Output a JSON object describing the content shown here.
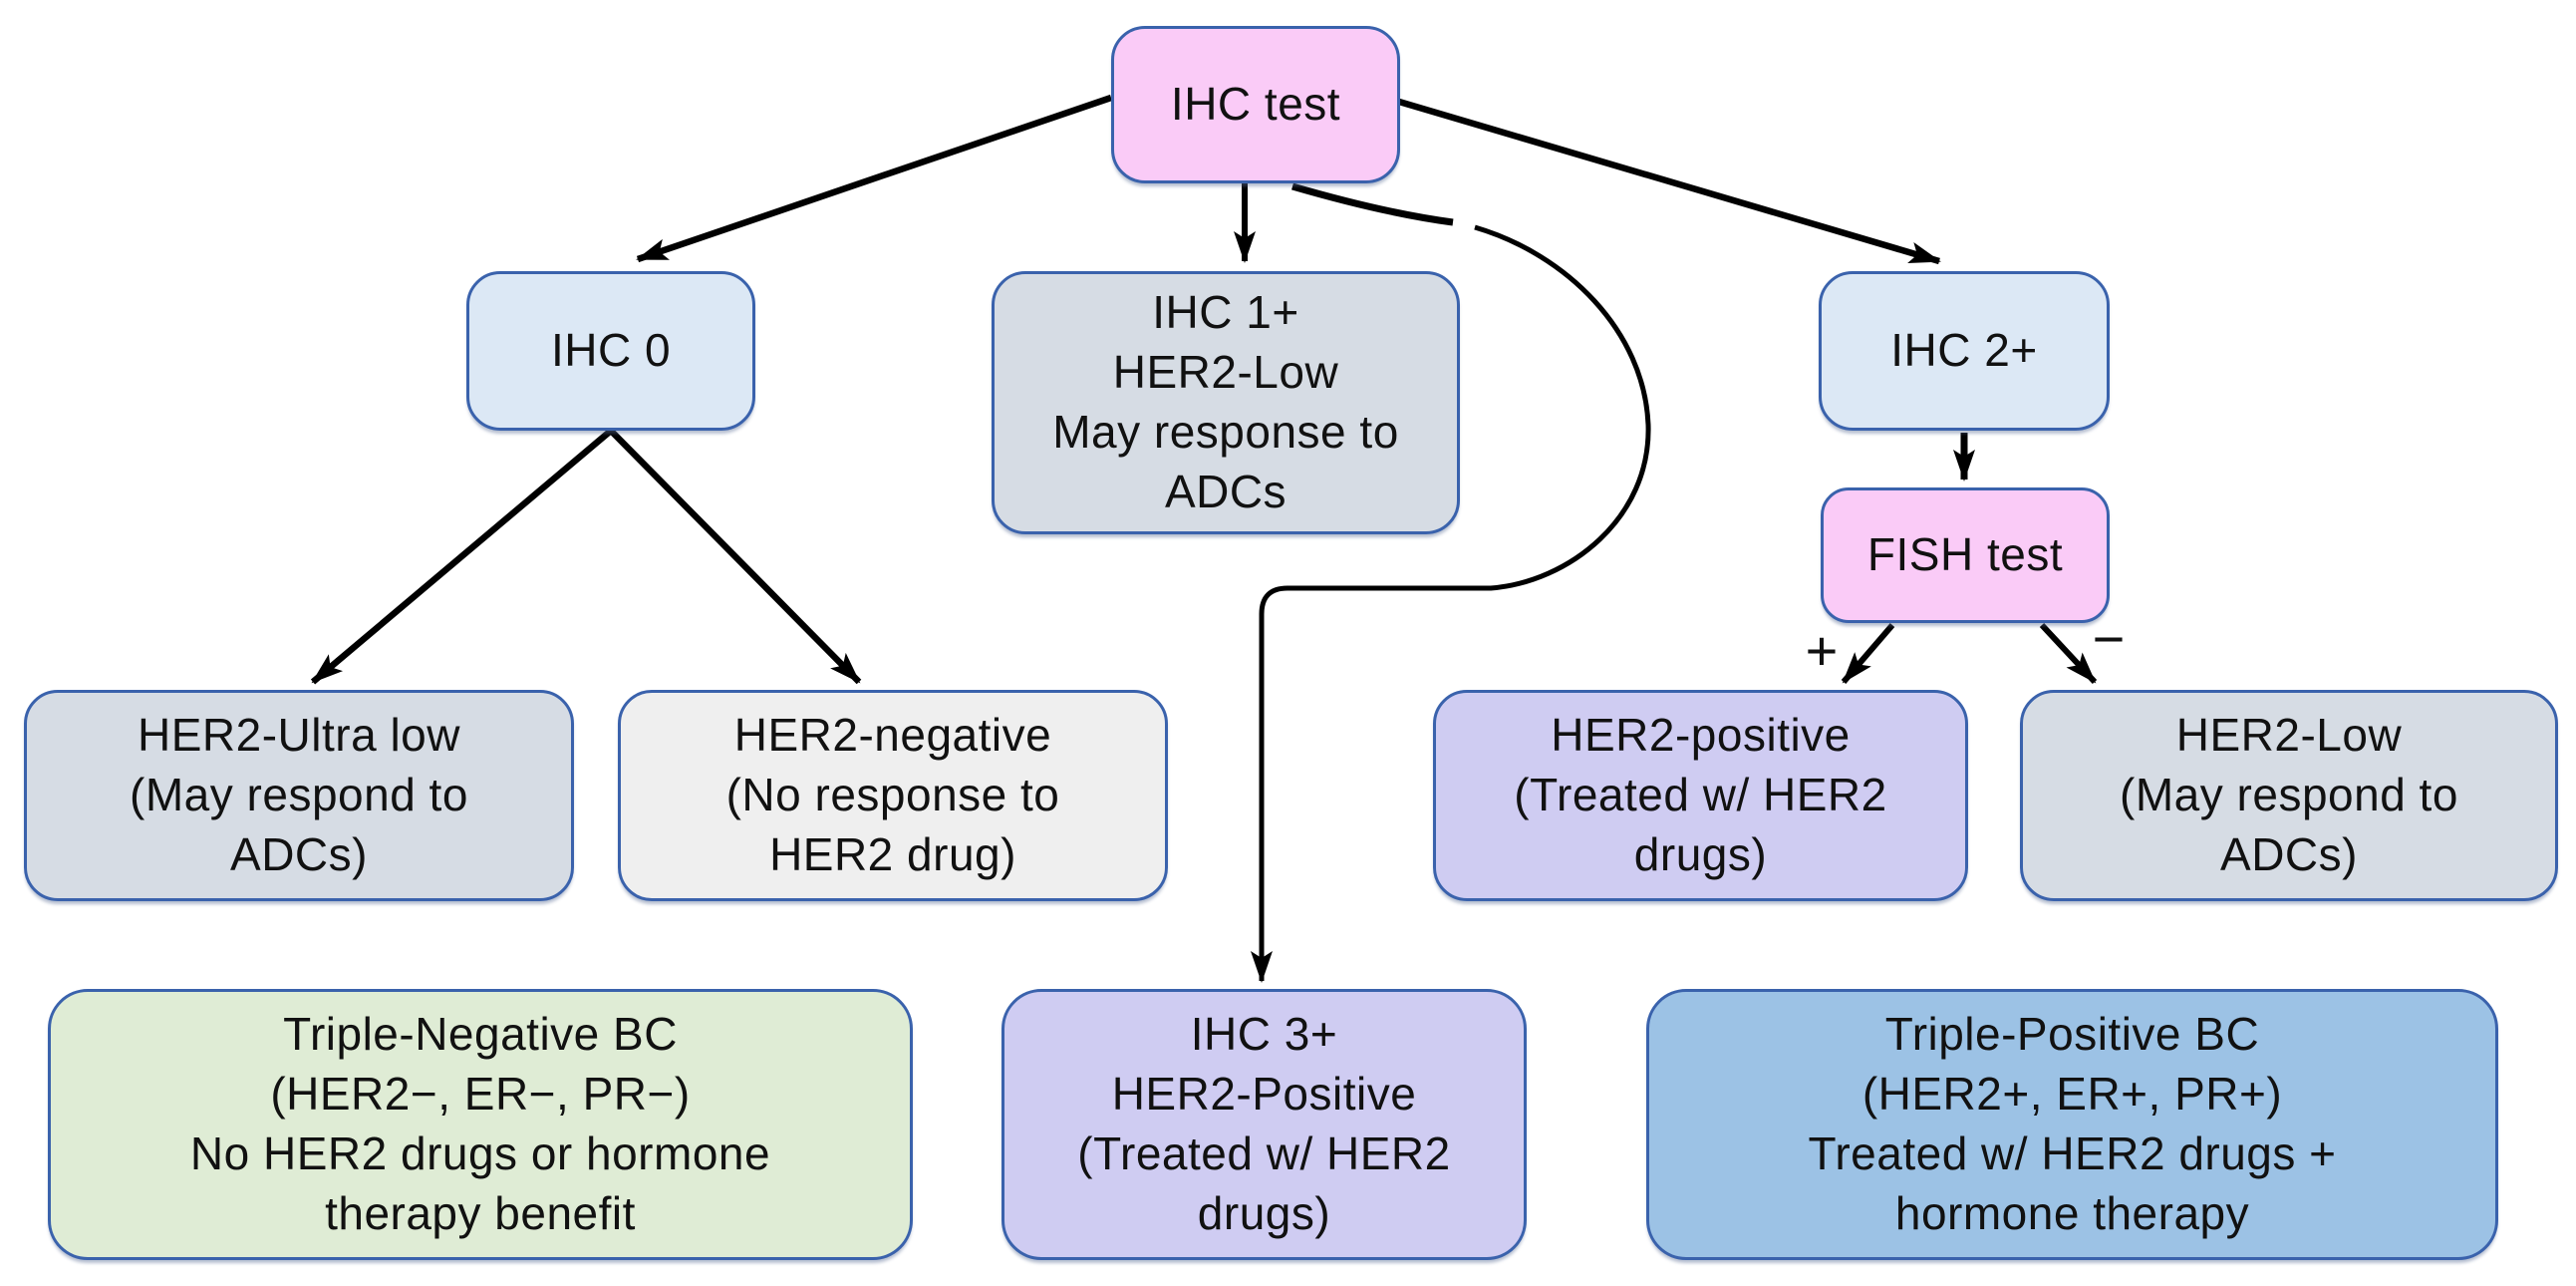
{
  "diagram": {
    "type": "flowchart",
    "topic": "HER2 IHC / FISH testing decision pathway in breast cancer",
    "colors": {
      "test_pink": "#facbf7",
      "light_blue": "#dce8f5",
      "gray_blue": "#d6dce4",
      "light_gray": "#efefef",
      "purple_fill": "#cfccf2",
      "green_fill": "#dfecd5",
      "blue_fill": "#9cc2e5",
      "border_blue": "#3a62ac",
      "line_black": "#000000"
    },
    "nodes": {
      "ihc_test": {
        "text": "IHC test"
      },
      "ihc_0": {
        "text": "IHC 0"
      },
      "ihc_1plus": {
        "text": "IHC 1+\nHER2-Low\nMay response to\nADCs"
      },
      "ihc_2plus": {
        "text": "IHC 2+"
      },
      "fish_test": {
        "text": "FISH test"
      },
      "her2_ultra_low": {
        "text": "HER2-Ultra low\n(May respond to\nADCs)"
      },
      "her2_negative": {
        "text": "HER2-negative\n(No response to\nHER2 drug)"
      },
      "her2_positive": {
        "text": "HER2-positive\n(Treated w/ HER2\ndrugs)"
      },
      "her2_low": {
        "text": "HER2-Low\n(May respond to\nADCs)"
      },
      "triple_negative": {
        "text": "Triple-Negative BC\n(HER2−, ER−, PR−)\nNo HER2 drugs or hormone\ntherapy benefit"
      },
      "ihc_3plus": {
        "text": "IHC 3+\nHER2-Positive\n(Treated w/ HER2\ndrugs)"
      },
      "triple_positive": {
        "text": "Triple-Positive BC\n(HER2+, ER+, PR+)\nTreated w/ HER2 drugs +\nhormone therapy"
      }
    },
    "edge_labels": {
      "fish_positive": "+",
      "fish_negative": "−"
    }
  }
}
